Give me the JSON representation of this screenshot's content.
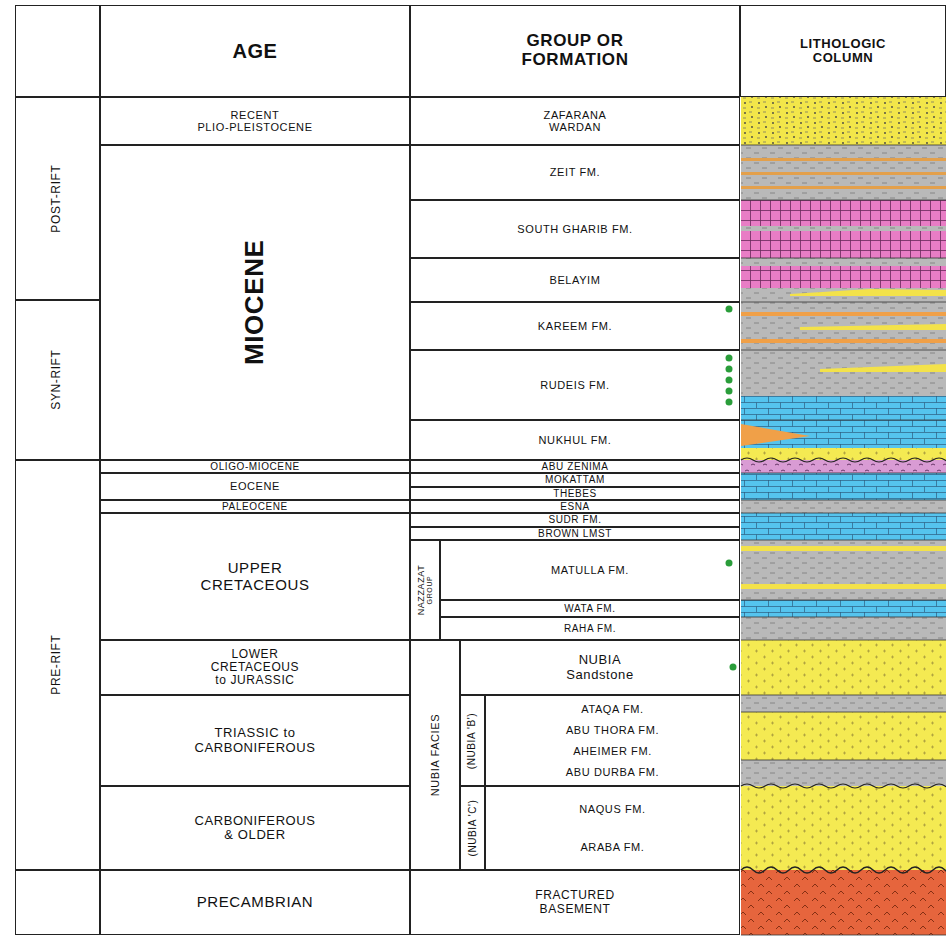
{
  "diagram": {
    "nodes": [
      {
        "text": [
          "AGE"
        ]
      },
      {
        "text": [
          "GROUP OR FORMATION"
        ]
      },
      {
        "text": [
          "LITHOLOGIC COLUMN"
        ]
      },
      {
        "text": [
          "RECENT",
          "PLIO-PLEISTOCENE"
        ]
      },
      {
        "text": [
          "ZAFARANA",
          "WARDAN"
        ]
      },
      {
        "text": [
          "POST-RIFT"
        ]
      },
      {
        "text": [
          "MIOCENE"
        ]
      },
      {
        "text": [
          "ZEIT FM."
        ]
      },
      {
        "text": [
          "SOUTH GHARIB FM."
        ]
      },
      {
        "text": [
          "BELAYIM"
        ]
      },
      {
        "text": [
          "SYN-RIFT"
        ]
      },
      {
        "text": [
          "KAREEM FM."
        ]
      },
      {
        "text": [
          "RUDEIS FM."
        ]
      },
      {
        "text": [
          "NUKHUL FM."
        ]
      },
      {
        "text": [
          "OLIGO-MIOCENE"
        ]
      },
      {
        "text": [
          "ABU ZENIMA"
        ]
      },
      {
        "text": [
          "PRE-RIFT"
        ]
      },
      {
        "text": [
          "EOCENE"
        ]
      },
      {
        "text": [
          "MOKATTAM"
        ]
      },
      {
        "text": [
          "THEBES"
        ]
      },
      {
        "text": [
          "PALEOCENE"
        ]
      },
      {
        "text": [
          "ESNA"
        ]
      },
      {
        "text": [
          "UPPER CRETACEOUS"
        ]
      },
      {
        "text": [
          "SUDR FM."
        ]
      },
      {
        "text": [
          "BROWN LMST"
        ]
      },
      {
        "text": [
          "NAZZAZAT",
          "GROUP"
        ]
      },
      {
        "text": [
          "MATULLA FM."
        ]
      },
      {
        "text": [
          "WATA FM."
        ]
      },
      {
        "text": [
          "RAHA FM."
        ]
      },
      {
        "text": [
          "LOWER CRETACEOUS to JURASSIC"
        ]
      },
      {
        "text": [
          "NUBIA FACIES"
        ]
      },
      {
        "text": [
          "NUBIA Sandstone"
        ]
      },
      {
        "text": [
          "TRIASSIC to CARBONIFEROUS"
        ]
      },
      {
        "text": [
          "(NUBIA 'B')"
        ]
      },
      {
        "text": [
          "ATAQA FM.",
          "ABU THORA FM.",
          "AHEIMER FM.",
          "ABU DURBA FM."
        ]
      },
      {
        "text": [
          "CARBONIFEROUS & OLDER"
        ]
      },
      {
        "text": [
          "(NUBIA 'C')"
        ]
      },
      {
        "text": [
          "NAQUS FM.",
          "ARABA FM."
        ]
      },
      {
        "text": [
          "PRECAMBRIAN"
        ]
      },
      {
        "text": [
          "FRACTURED BASEMENT"
        ]
      }
    ]
  }
}
